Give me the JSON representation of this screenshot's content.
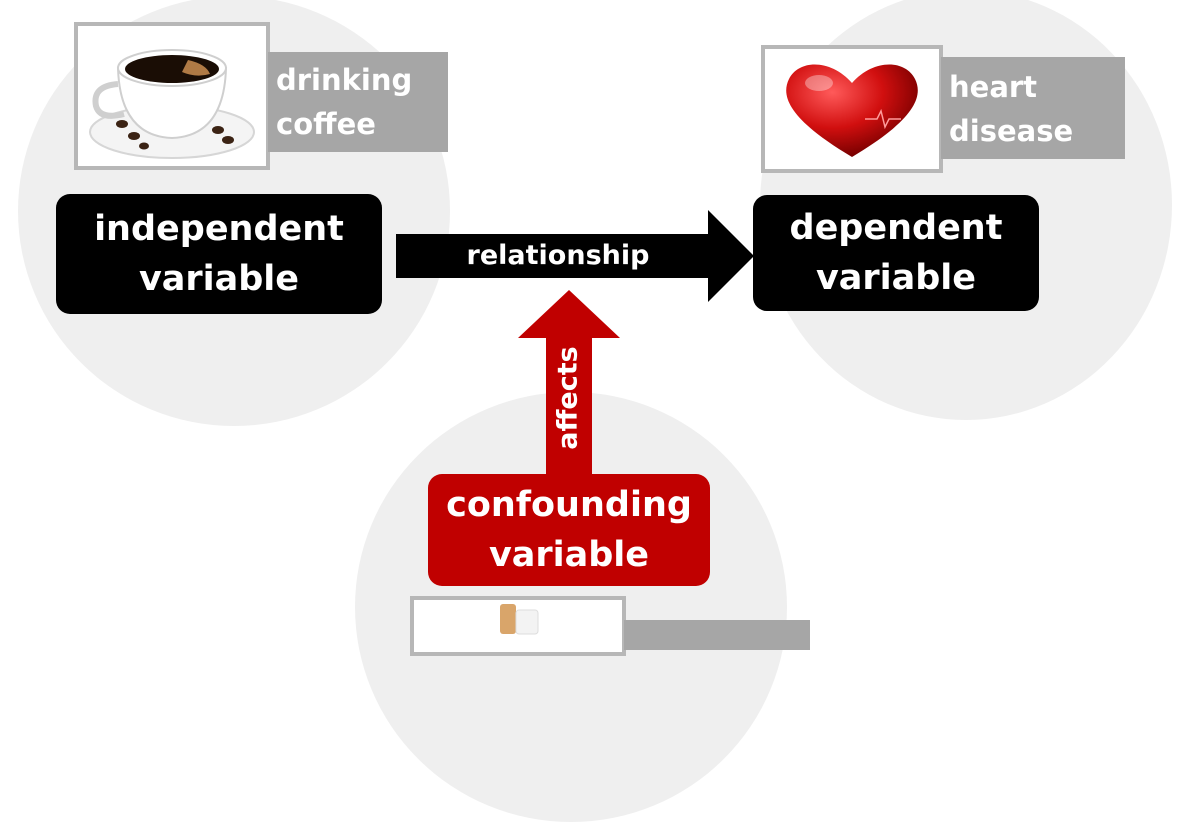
{
  "independent": {
    "image_tag": "drinking coffee",
    "tag_line1": "drinking",
    "tag_line2": "coffee",
    "box_line1": "independent",
    "box_line2": "variable"
  },
  "dependent": {
    "tag_line1": "heart",
    "tag_line2": "disease",
    "box_line1": "dependent",
    "box_line2": "variable"
  },
  "confounding": {
    "box_line1": "confounding",
    "box_line2": "variable"
  },
  "arrows": {
    "relationship_label": "relationship",
    "affects_label": "affects"
  },
  "colors": {
    "dark_box": "#000000",
    "confounding_red": "#c00000",
    "tag_gray": "#a6a6a6",
    "circle_gray": "#efefef"
  },
  "icons": {
    "coffee": "coffee-cup-icon",
    "heart": "heart-icon",
    "bottom": "cigarette-icon"
  }
}
